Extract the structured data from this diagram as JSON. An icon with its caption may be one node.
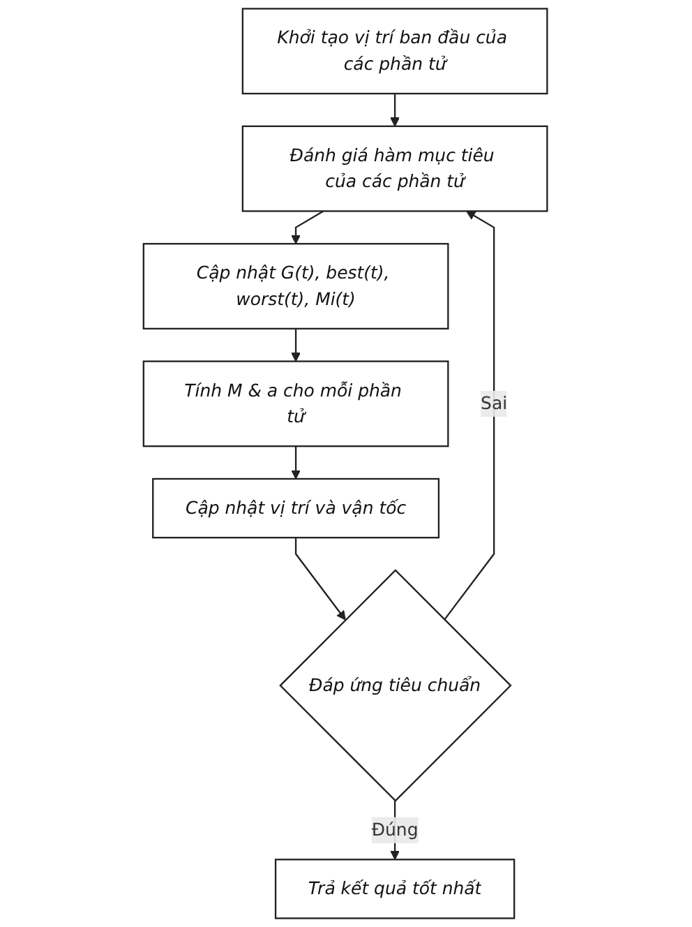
{
  "diagram": {
    "nodes": [
      {
        "text": [
          "Khởi tạo vị trí ban đầu của các phần tử"
        ]
      },
      {
        "text": [
          "Đánh giá hàm mục tiêu của các phần tử"
        ]
      },
      {
        "text": [
          "Cập nhật G(t), best(t), worst(t), Mi(t)"
        ]
      },
      {
        "text": [
          "Tính M & a cho mỗi phần tử"
        ]
      },
      {
        "text": [
          "Cập nhật vị trí và vận tốc"
        ]
      },
      {
        "text": [
          "Đáp ứng tiêu chuẩn"
        ]
      },
      {
        "text": [
          "Trả kết quả tốt nhất"
        ]
      }
    ],
    "edges": [
      {
        "from": 0,
        "to": 1,
        "arrow": "to"
      },
      {
        "from": 1,
        "to": 2,
        "arrow": "to"
      },
      {
        "from": 2,
        "to": 3,
        "arrow": "to"
      },
      {
        "from": 3,
        "to": 4,
        "arrow": "to"
      },
      {
        "from": 4,
        "to": 5,
        "arrow": "to"
      },
      {
        "from": 5,
        "to": 1,
        "arrow": "to",
        "label": "Sai"
      },
      {
        "from": 5,
        "to": 6,
        "arrow": "to",
        "label": "Đúng"
      }
    ]
  }
}
